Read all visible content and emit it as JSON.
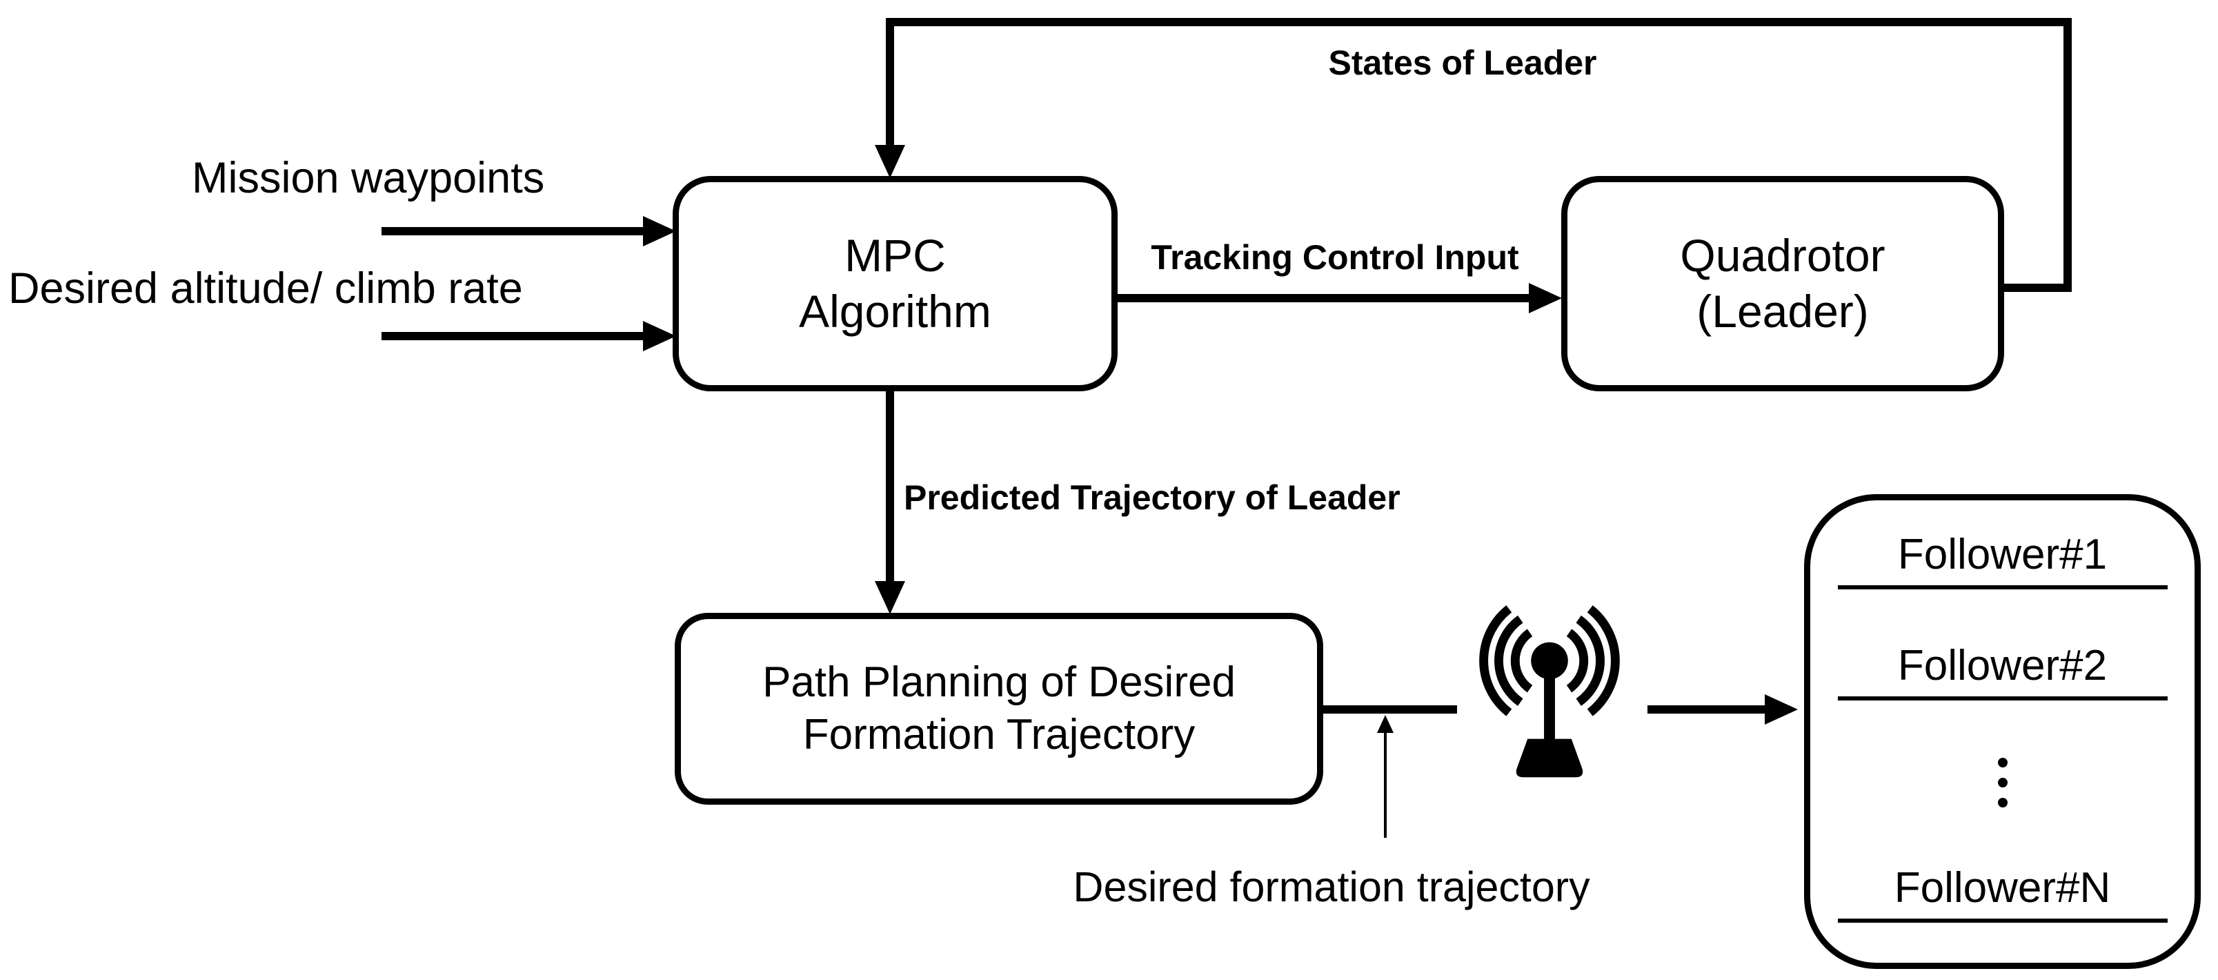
{
  "nodes": {
    "mpc": {
      "line1": "MPC",
      "line2": "Algorithm"
    },
    "quadrotor": {
      "line1": "Quadrotor",
      "line2": "(Leader)"
    },
    "path_planning": {
      "line1": "Path Planning of Desired",
      "line2": "Formation Trajectory"
    },
    "followers": {
      "item1": "Follower#1",
      "item2": "Follower#2",
      "itemN": "Follower#N"
    }
  },
  "edge_labels": {
    "states_of_leader": "States of Leader",
    "mission_waypoints": "Mission waypoints",
    "desired_altitude_climb_rate": "Desired altitude/ climb rate",
    "tracking_control_input": "Tracking Control Input",
    "predicted_trajectory_of_leader": "Predicted Trajectory of Leader",
    "desired_formation_trajectory": "Desired formation trajectory"
  },
  "icons": {
    "antenna": "radio-broadcast-antenna-icon",
    "vertical_ellipsis": "vertical-ellipsis-dots"
  },
  "colors": {
    "ink": "#000000",
    "background": "#ffffff"
  }
}
